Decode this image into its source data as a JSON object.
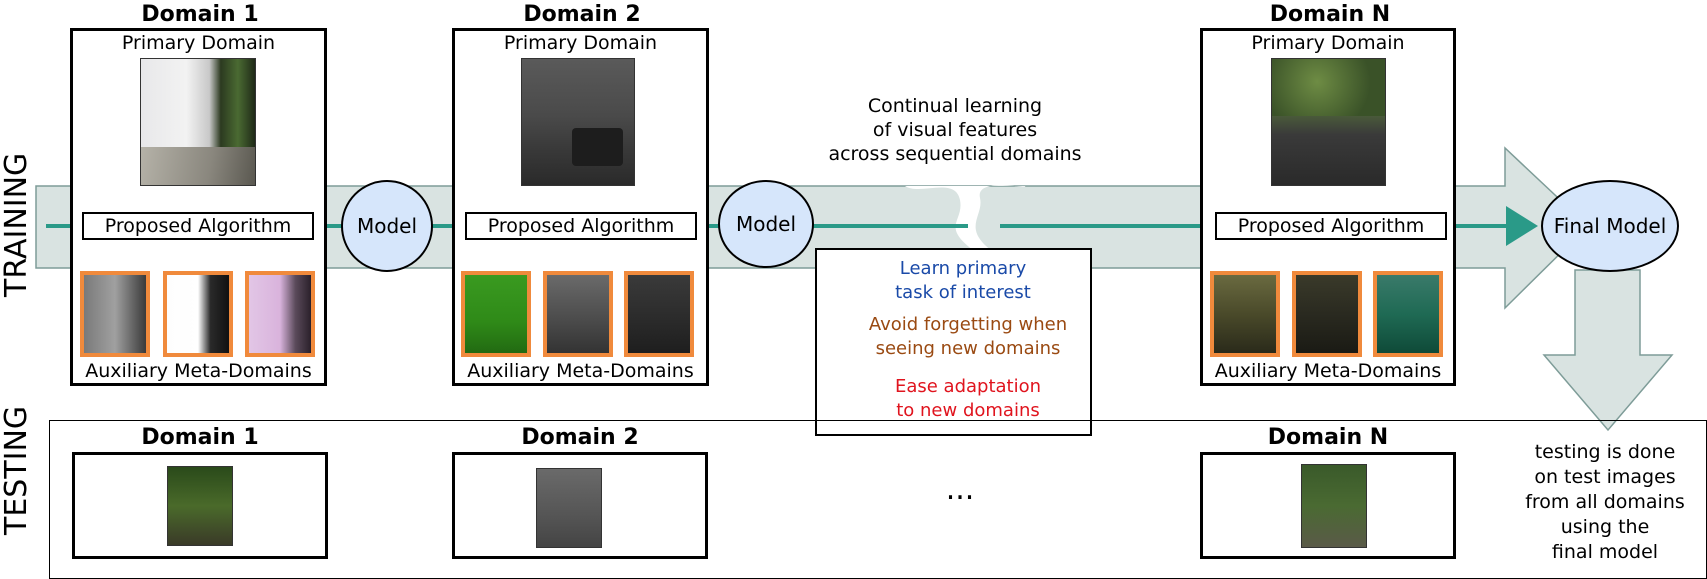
{
  "side_labels": {
    "training": "TRAINING",
    "testing": "TESTING"
  },
  "train_domains": [
    {
      "title": "Domain 1",
      "primary": "Primary Domain",
      "algorithm": "Proposed Algorithm",
      "auxiliary": "Auxiliary Meta-Domains"
    },
    {
      "title": "Domain 2",
      "primary": "Primary Domain",
      "algorithm": "Proposed Algorithm",
      "auxiliary": "Auxiliary Meta-Domains"
    },
    {
      "title": "Domain N",
      "primary": "Primary Domain",
      "algorithm": "Proposed Algorithm",
      "auxiliary": "Auxiliary Meta-Domains"
    }
  ],
  "models": [
    "Model",
    "Model"
  ],
  "final_model": "Final Model",
  "continual": {
    "line1": "Continual learning",
    "line2": "of visual features",
    "line3": "across sequential domains"
  },
  "legend": {
    "learn": {
      "line1": "Learn primary",
      "line2": "task of interest",
      "color": "#1a4aa8",
      "icon": "blue-down-arrow-icon"
    },
    "avoid": {
      "line1": "Avoid forgetting when",
      "line2": "seeing new domains",
      "color": "#9a4a12",
      "icon": "orange-curved-arrow-icon"
    },
    "ease": {
      "line1": "Ease adaptation",
      "line2": "to new domains",
      "color": "#e0141e",
      "icon": "red-curved-arrow-icon"
    }
  },
  "test_domains": [
    {
      "title": "Domain 1"
    },
    {
      "title": "Domain 2"
    },
    {
      "title": "Domain N"
    }
  ],
  "ellipsis": "...",
  "testing_note": {
    "line1": "testing is done",
    "line2": "on test images",
    "line3": "from all domains",
    "line4": "using the",
    "line5": "final model"
  },
  "colors": {
    "flow_line": "#2a9a88",
    "band_fill": "#d9e3e1",
    "model_fill": "#d6e6fb",
    "aux_border": "#f08a3c",
    "blue_arrow": "#1a5bc8",
    "orange_arrow": "#f08a3c",
    "red_arrow": "#e0141e"
  }
}
